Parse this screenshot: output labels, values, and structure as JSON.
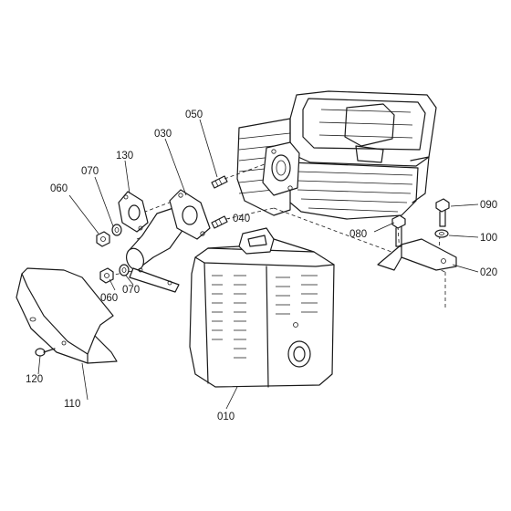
{
  "parts": [
    {
      "id": "p010",
      "label": "010"
    },
    {
      "id": "p020",
      "label": "020"
    },
    {
      "id": "p030",
      "label": "030"
    },
    {
      "id": "p040",
      "label": "040"
    },
    {
      "id": "p050",
      "label": "050"
    },
    {
      "id": "p060a",
      "label": "060"
    },
    {
      "id": "p060b",
      "label": "060"
    },
    {
      "id": "p070a",
      "label": "070"
    },
    {
      "id": "p070b",
      "label": "070"
    },
    {
      "id": "p080",
      "label": "080"
    },
    {
      "id": "p090",
      "label": "090"
    },
    {
      "id": "p100",
      "label": "100"
    },
    {
      "id": "p110",
      "label": "110"
    },
    {
      "id": "p120",
      "label": "120"
    },
    {
      "id": "p130",
      "label": "130"
    }
  ]
}
